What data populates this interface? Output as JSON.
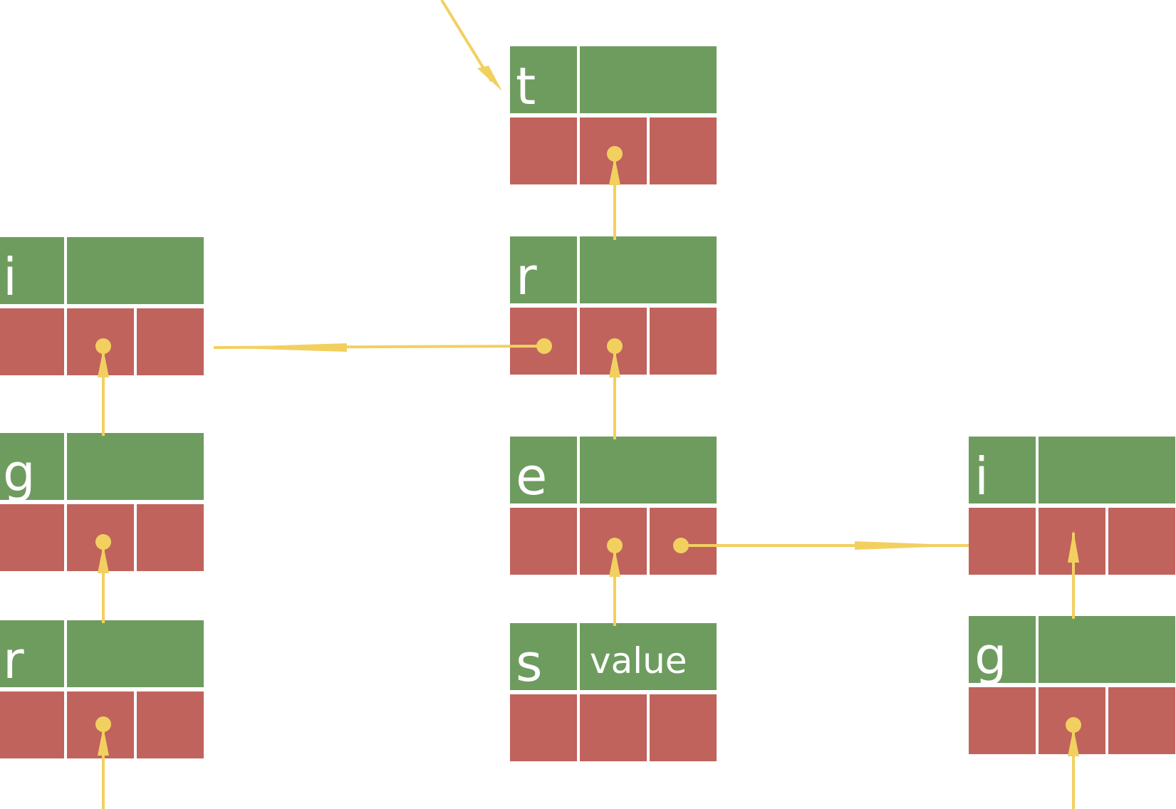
{
  "colors": {
    "key_cell": "#6e9c5f",
    "child_cell": "#c0635d",
    "pointer": "#f2d060",
    "text": "#ffffff"
  },
  "nodes": [
    {
      "id": "t",
      "key": "t",
      "value": ""
    },
    {
      "id": "r-center",
      "key": "r",
      "value": ""
    },
    {
      "id": "e",
      "key": "e",
      "value": ""
    },
    {
      "id": "s",
      "key": "s",
      "value": "value"
    },
    {
      "id": "i-left",
      "key": "i",
      "value": ""
    },
    {
      "id": "g-left",
      "key": "g",
      "value": ""
    },
    {
      "id": "r-left",
      "key": "r",
      "value": ""
    },
    {
      "id": "i-right",
      "key": "i",
      "value": ""
    },
    {
      "id": "g-right",
      "key": "g",
      "value": ""
    }
  ]
}
